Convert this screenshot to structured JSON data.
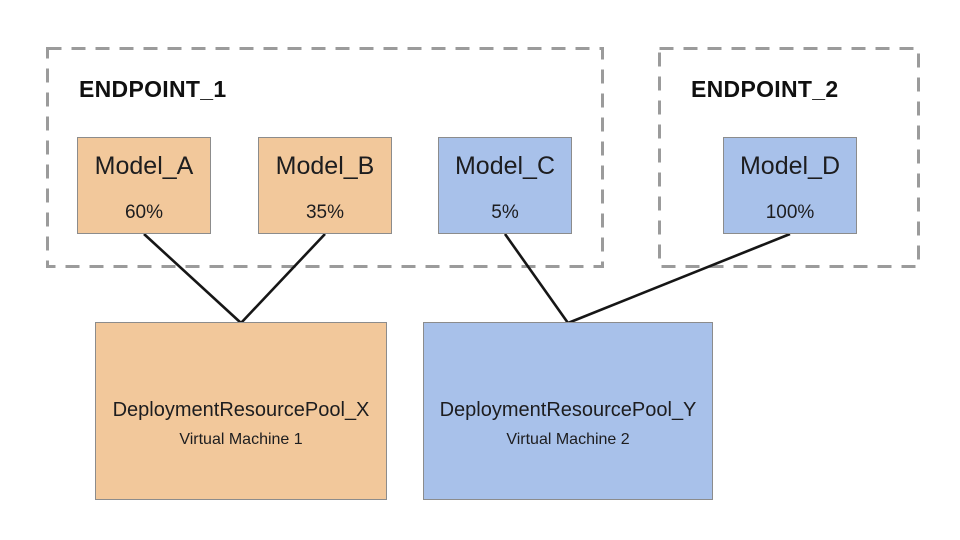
{
  "palette": {
    "orange": "#f2c89b",
    "blue": "#a8c1ea",
    "box_border": "#8c8c8c",
    "dashed_border": "#9b9b9b",
    "line": "#161616",
    "text": "#1d1d1f"
  },
  "endpoints": [
    {
      "label": "ENDPOINT_1"
    },
    {
      "label": "ENDPOINT_2"
    }
  ],
  "models": [
    {
      "name": "Model_A",
      "traffic": "60%",
      "endpoint": "ENDPOINT_1",
      "color": "orange"
    },
    {
      "name": "Model_B",
      "traffic": "35%",
      "endpoint": "ENDPOINT_1",
      "color": "orange"
    },
    {
      "name": "Model_C",
      "traffic": "5%",
      "endpoint": "ENDPOINT_1",
      "color": "blue"
    },
    {
      "name": "Model_D",
      "traffic": "100%",
      "endpoint": "ENDPOINT_2",
      "color": "blue"
    }
  ],
  "pools": [
    {
      "name": "DeploymentResourcePool_X",
      "machine": "Virtual Machine 1",
      "color": "orange"
    },
    {
      "name": "DeploymentResourcePool_Y",
      "machine": "Virtual Machine 2",
      "color": "blue"
    }
  ],
  "connections": [
    {
      "from": "model-a-box",
      "to": "pool-x-box"
    },
    {
      "from": "model-b-box",
      "to": "pool-x-box"
    },
    {
      "from": "model-c-box",
      "to": "pool-y-box"
    },
    {
      "from": "model-d-box",
      "to": "pool-y-box"
    }
  ]
}
